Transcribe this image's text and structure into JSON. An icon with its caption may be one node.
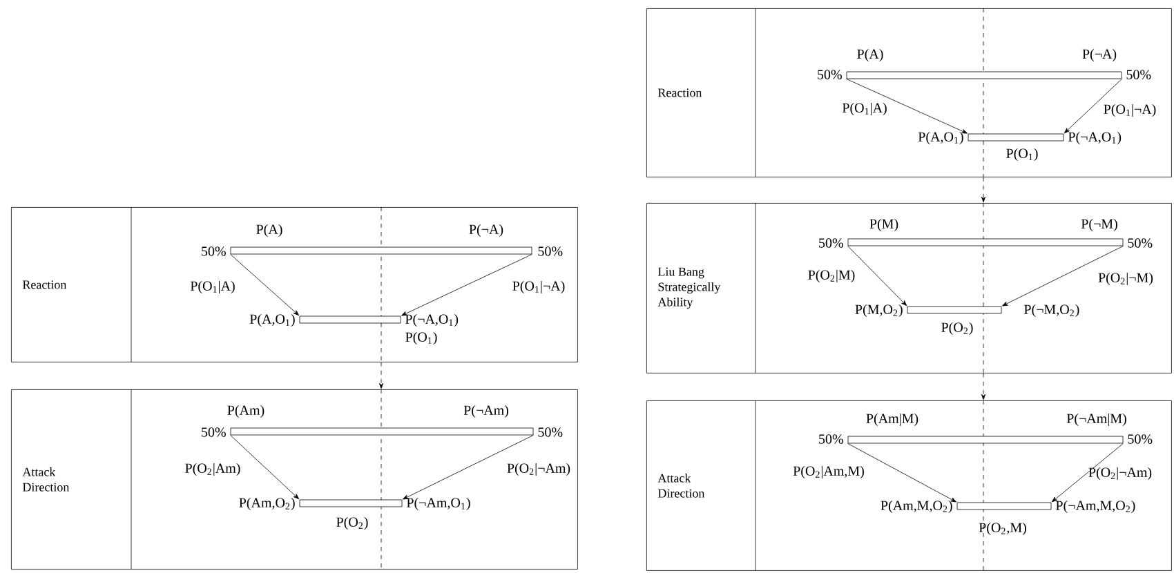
{
  "diagram": {
    "nodes": [
      {
        "text": [
          "Reaction"
        ]
      },
      {
        "text": [],
        "shape": "bar",
        "in": 0,
        "beside": [
          "P(A)",
          "P(¬A)",
          "50%",
          "50%"
        ]
      },
      {
        "text": [],
        "shape": "bar",
        "in": 0,
        "beside": [
          "P(A,O$_{1}$)",
          "P(¬A,O$_{1}$)",
          "P(O$_{1}$)"
        ]
      },
      {
        "text": [
          "Attack Direction"
        ]
      },
      {
        "text": [],
        "shape": "bar",
        "in": 3,
        "beside": [
          "P(Am)",
          "P(¬Am)",
          "50%",
          "50%"
        ]
      },
      {
        "text": [],
        "shape": "bar",
        "in": 3,
        "beside": [
          "P(Am,O$_{2}$)",
          "P(¬Am,O$_{1}$)",
          "P(O$_{2}$)"
        ]
      },
      {
        "text": [
          "Reaction"
        ]
      },
      {
        "text": [],
        "shape": "bar",
        "in": 6,
        "beside": [
          "P(A)",
          "P(¬A)",
          "50%",
          "50%"
        ]
      },
      {
        "text": [],
        "shape": "bar",
        "in": 6,
        "beside": [
          "P(A,O$_{1}$)",
          "P(¬A,O$_{1}$)",
          "P(O$_{1}$)"
        ]
      },
      {
        "text": [
          "Liu Bang Strategically Ability"
        ]
      },
      {
        "text": [],
        "shape": "bar",
        "in": 9,
        "beside": [
          "P(M)",
          "P(¬M)",
          "50%",
          "50%"
        ]
      },
      {
        "text": [],
        "shape": "bar",
        "in": 9,
        "beside": [
          "P(M,O$_{2}$)",
          "P(¬M,O$_{2}$)",
          "P(O$_{2}$)"
        ]
      },
      {
        "text": [
          "Attack Direction"
        ]
      },
      {
        "text": [],
        "shape": "bar",
        "in": 12,
        "beside": [
          "P(Am|M)",
          "P(¬Am|M)",
          "50%",
          "50%"
        ]
      },
      {
        "text": [],
        "shape": "bar",
        "in": 12,
        "beside": [
          "P(Am,M,O$_{2}$)",
          "P(¬Am,M,O$_{2}$)",
          "P(O$_{2}$,M)"
        ]
      }
    ],
    "edges": [
      {
        "from": 1,
        "to": 2,
        "arrow": "to",
        "label": "P(O$_{1}$|A)"
      },
      {
        "from": 1,
        "to": 2,
        "arrow": "to",
        "label": "P(O$_{1}$|¬A)"
      },
      {
        "from": 0,
        "to": 3,
        "arrow": "to",
        "style": "dashed"
      },
      {
        "from": 4,
        "to": 5,
        "arrow": "to",
        "label": "P(O$_{2}$|Am)"
      },
      {
        "from": 4,
        "to": 5,
        "arrow": "to",
        "label": "P(O$_{2}$|¬Am)"
      },
      {
        "from": 7,
        "to": 8,
        "arrow": "to",
        "label": "P(O$_{1}$|A)"
      },
      {
        "from": 7,
        "to": 8,
        "arrow": "to",
        "label": "P(O$_{1}$|¬A)"
      },
      {
        "from": 6,
        "to": 9,
        "arrow": "to",
        "style": "dashed"
      },
      {
        "from": 10,
        "to": 11,
        "arrow": "to",
        "label": "P(O$_{2}$|M)"
      },
      {
        "from": 10,
        "to": 11,
        "arrow": "to",
        "label": "P(O$_{2}$|¬M)"
      },
      {
        "from": 9,
        "to": 12,
        "arrow": "to",
        "style": "dashed"
      },
      {
        "from": 13,
        "to": 14,
        "arrow": "to",
        "label": "P(O$_{2}$|Am,M)"
      },
      {
        "from": 13,
        "to": 14,
        "arrow": "to",
        "label": "P(O$_{2}$|¬Am)"
      }
    ]
  }
}
